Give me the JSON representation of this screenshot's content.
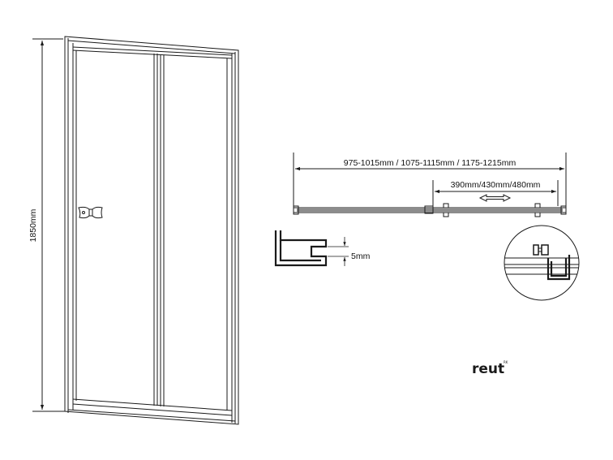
{
  "dimensions": {
    "height": "1850mm",
    "width_range": "975-1015mm / 1075-1115mm / 1175-1215mm",
    "opening_range": "390mm/430mm/480mm",
    "profile_gap": "5mm"
  },
  "brand": {
    "logo_text": "reut",
    "logo_superscript": "RK"
  },
  "colors": {
    "line": "#1a1a1a",
    "background": "#ffffff"
  }
}
